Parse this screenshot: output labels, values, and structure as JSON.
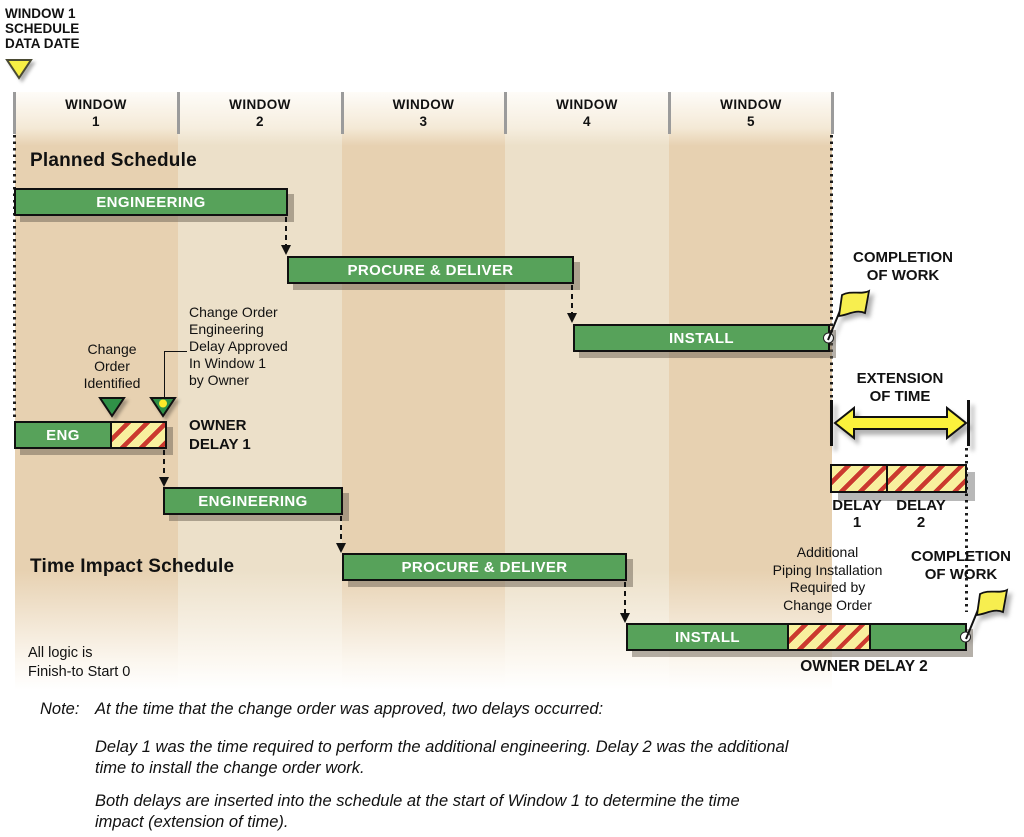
{
  "data_date_block": {
    "label": "WINDOW 1\nSCHEDULE\nDATA DATE"
  },
  "windows": [
    {
      "label": "WINDOW\n1"
    },
    {
      "label": "WINDOW\n2"
    },
    {
      "label": "WINDOW\n3"
    },
    {
      "label": "WINDOW\n4"
    },
    {
      "label": "WINDOW\n5"
    }
  ],
  "planned": {
    "heading": "Planned Schedule",
    "engineering": "ENGINEERING",
    "procure": "PROCURE & DELIVER",
    "install": "INSTALL",
    "completion": "COMPLETION\nOF WORK"
  },
  "change_order": {
    "identified": "Change\nOrder\nIdentified",
    "approved": "Change Order\nEngineering\nDelay Approved\nIn Window 1\nby Owner",
    "eng": "ENG",
    "owner_delay_1": "OWNER\nDELAY 1"
  },
  "extension": {
    "label": "EXTENSION\nOF TIME",
    "delay_1": "DELAY\n1",
    "delay_2": "DELAY\n2"
  },
  "impact": {
    "heading": "Time Impact Schedule",
    "engineering": "ENGINEERING",
    "procure": "PROCURE & DELIVER",
    "install": "INSTALL",
    "additional": "Additional\nPiping Installation\nRequired by\nChange Order",
    "owner_delay_2": "OWNER DELAY 2",
    "completion": "COMPLETION\nOF WORK",
    "logic_note": "All logic is\nFinish-to Start 0"
  },
  "note": {
    "label": "Note:",
    "line1": "At the time that the change order was approved, two delays occurred:",
    "para2": "Delay 1 was the time required to perform the additional engineering. Delay 2 was the additional\ntime to install the change order work.",
    "para3": "Both delays are inserted into the schedule at the start of Window 1 to determine the time\nimpact (extension of time)."
  },
  "colors": {
    "bar_green": "#57a25a",
    "marker_green": "#2f9147",
    "hatch_yellow": "#f8f09e",
    "hatch_red": "#cb392f",
    "arrow_yellow": "#fbf23c",
    "flag_yellow": "#f7ee4f",
    "data_date_yellow": "#f8ef45",
    "band_dark": "#e7d1b1",
    "band_light": "#ece0c9"
  }
}
